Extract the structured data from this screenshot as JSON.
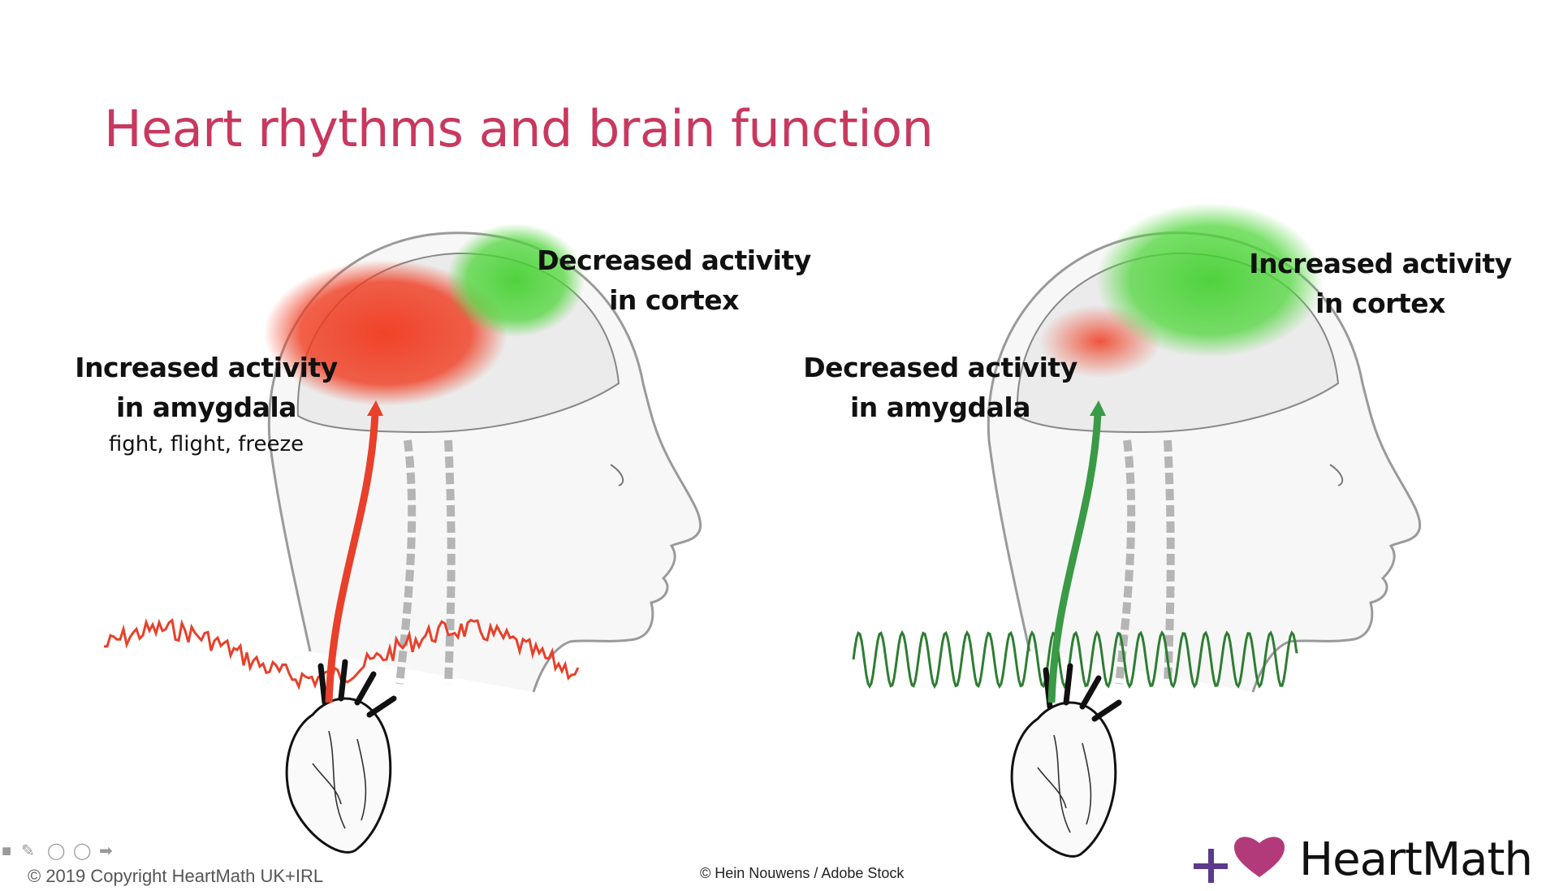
{
  "slide": {
    "title": "Heart rhythms and brain function",
    "left": {
      "cortex_label_line1": "Decreased activity",
      "cortex_label_line2": "in cortex",
      "amygdala_label_line1": "Increased activity",
      "amygdala_label_line2": "in amygdala",
      "amygdala_sublabel": "fight, flight, freeze",
      "color": "#e8402a"
    },
    "right": {
      "cortex_label_line1": "Increased activity",
      "cortex_label_line2": "in cortex",
      "amygdala_label_line1": "Decreased activity",
      "amygdala_label_line2": "in amygdala",
      "color": "#2e8b3a"
    },
    "footer": {
      "copyright": "© 2019 Copyright HeartMath UK+IRL",
      "image_credit": "© Hein Nouwens / Adobe Stock",
      "brand_name": "HeartMath"
    },
    "colors": {
      "title": "#c8385f",
      "logo_plus": "#5b3a8c",
      "logo_heart": "#b33a7a"
    }
  }
}
